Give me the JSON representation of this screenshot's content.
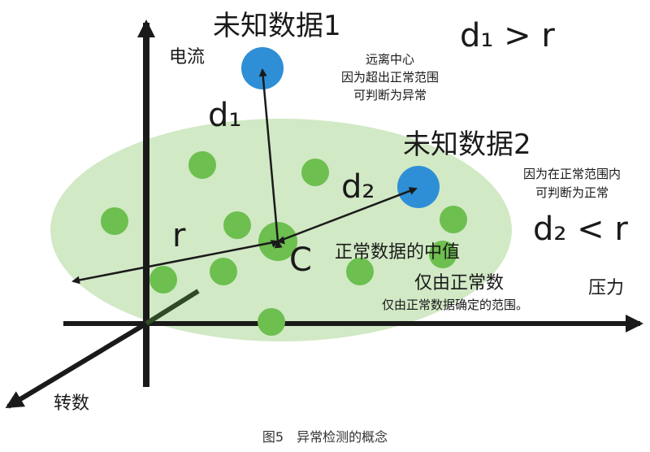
{
  "labels": {
    "unknown1": "未知数据1",
    "unknown2": "未知数据2",
    "axis_current": "电流",
    "axis_pressure": "压力",
    "axis_rotation": "转数",
    "note1_line1": "远离中心",
    "note1_line2": "因为超出正常范围",
    "note1_line3": "可判断为异常",
    "note2_line1": "因为在正常范围内",
    "note2_line2": "可判断为正常",
    "ineq1": "d₁ > r",
    "ineq2": "d₂ < r",
    "d1": "d₁",
    "d2": "d₂",
    "r": "r",
    "c": "C",
    "median": "正常数据的中值",
    "only_normal": "仅由正常数",
    "range_desc": "仅由正常数据确定的范围。"
  },
  "caption": "图5　异常检测的概念",
  "colors": {
    "ellipse_fill": "#cfe8c2",
    "normal_point": "#6dbf4f",
    "unknown_point": "#2e8fd6",
    "axis": "#1a1a1a",
    "depth_axis_stub": "#2f4a24"
  },
  "icons": {
    "normal_point": "green-circle",
    "unknown_point": "blue-circle",
    "arrow": "arrow-head"
  }
}
